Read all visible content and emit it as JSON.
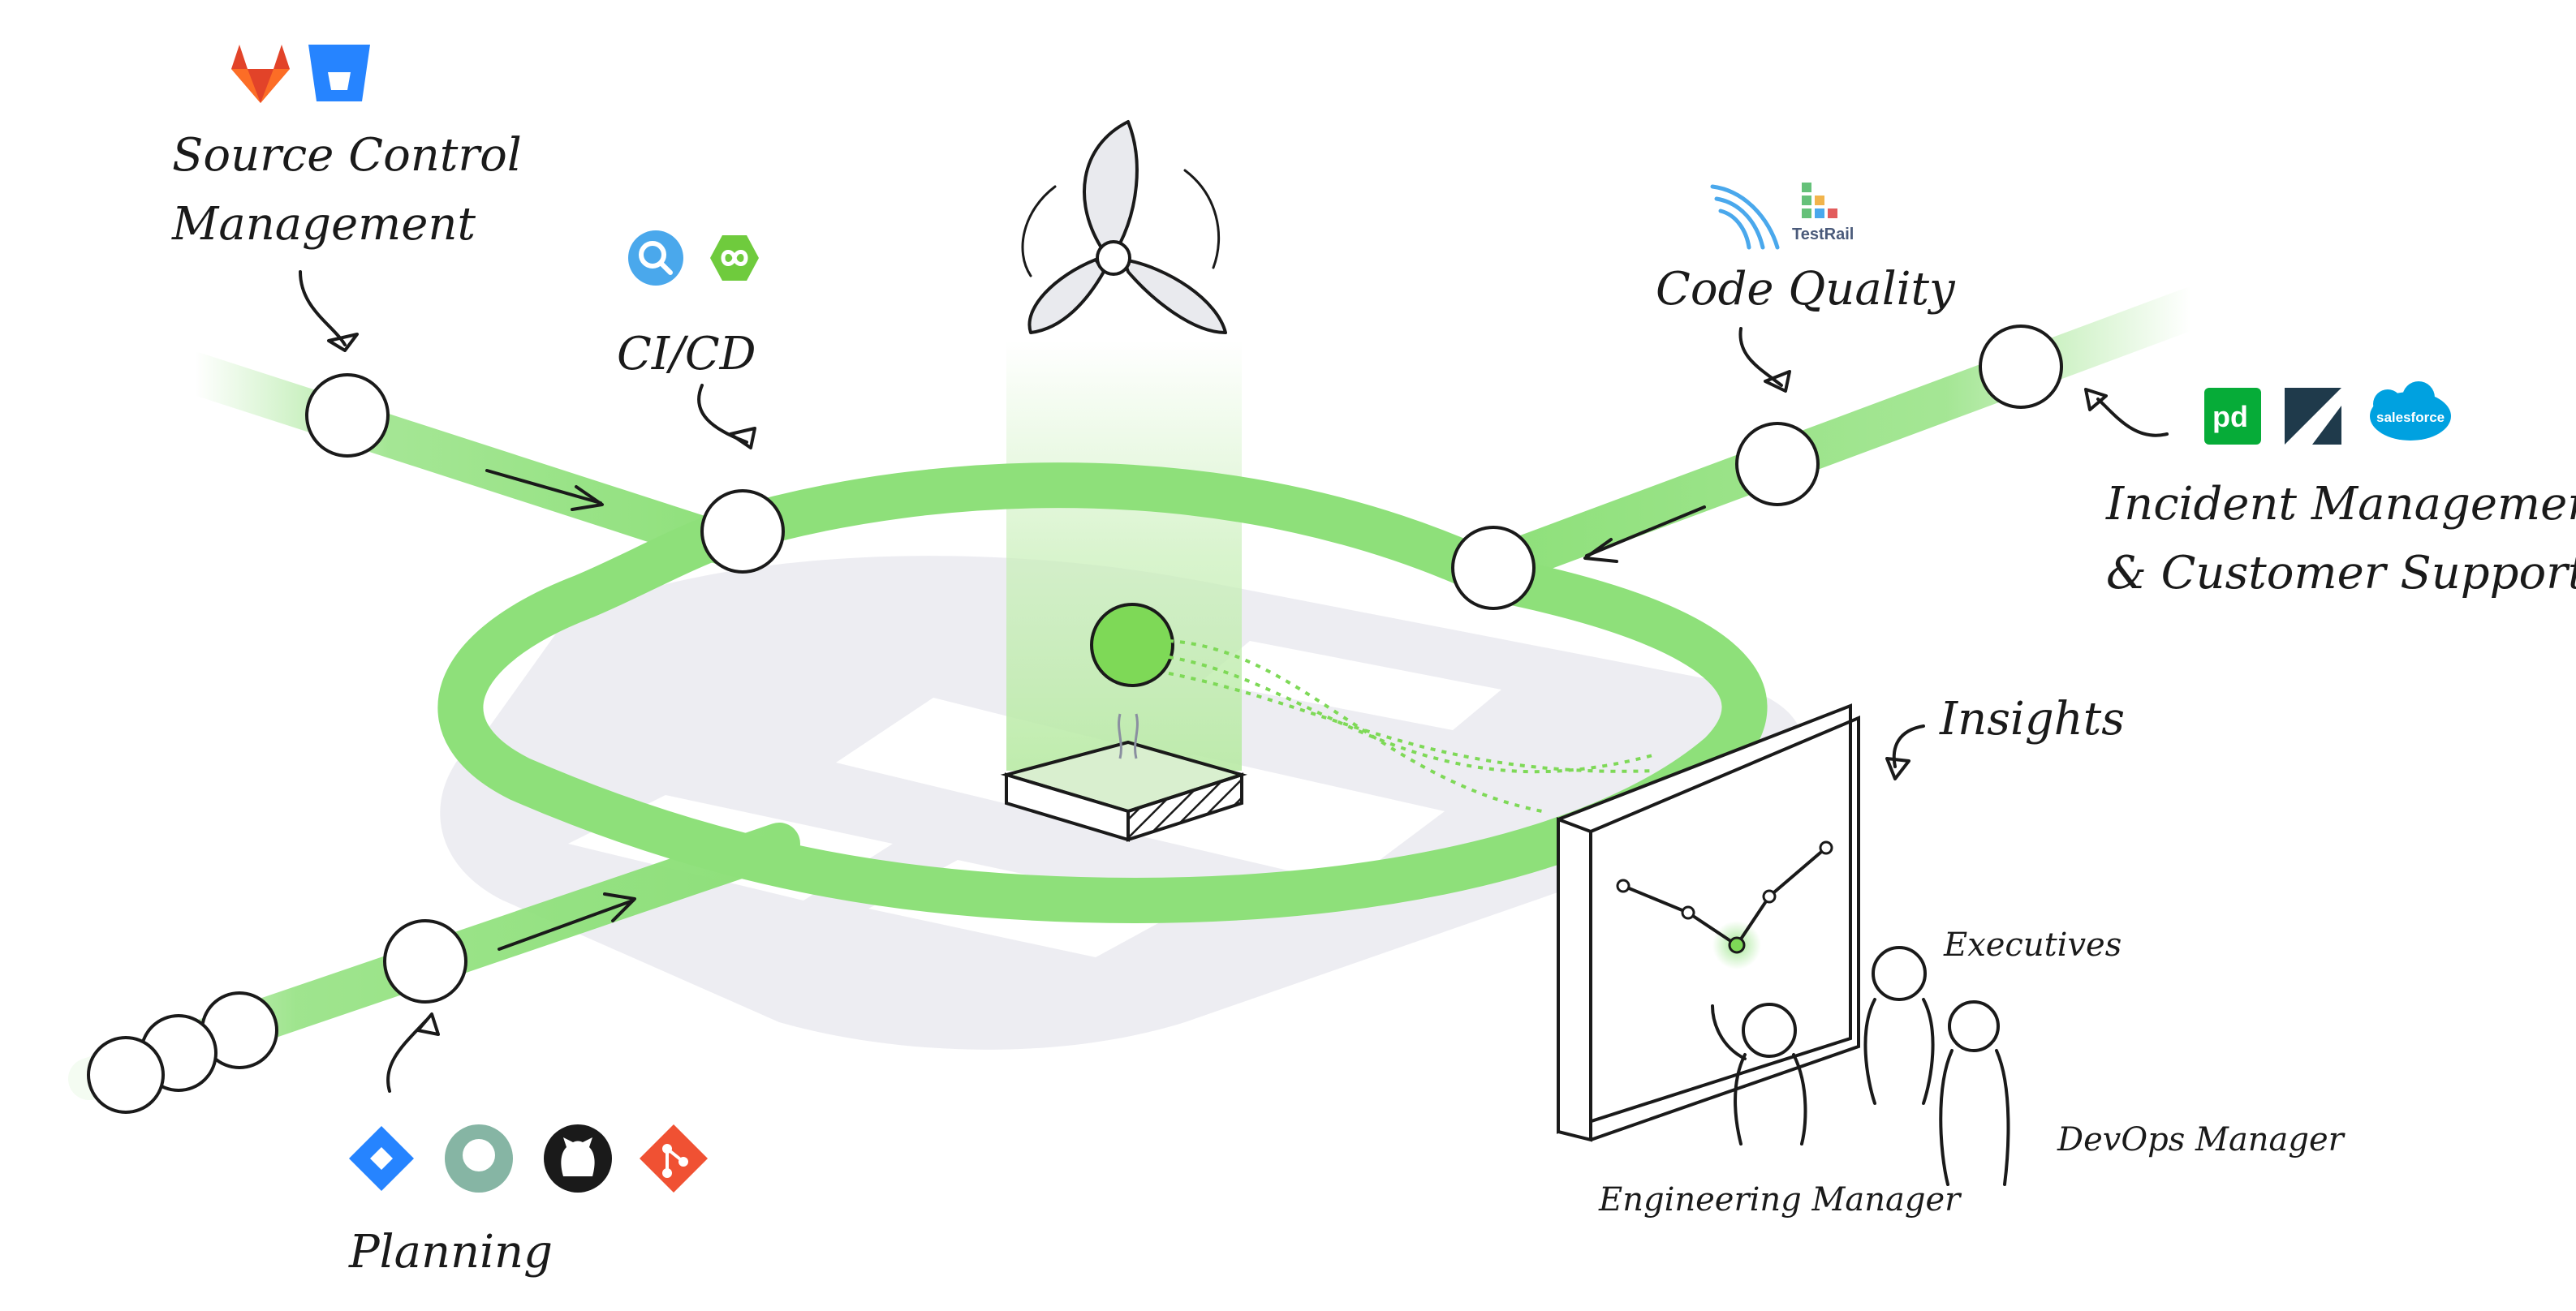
{
  "labels": {
    "source_control": [
      "Source Control",
      "Management"
    ],
    "cicd": "CI/CD",
    "code_quality": "Code Quality",
    "incident": [
      "Incident Management",
      "& Customer Support"
    ],
    "planning": "Planning",
    "insights": "Insights",
    "executives": "Executives",
    "devops_manager": "DevOps Manager",
    "engineering_manager": "Engineering Manager"
  },
  "icons": {
    "source_control": [
      "gitlab-icon",
      "bitbucket-icon"
    ],
    "cicd": [
      "circleci-icon",
      "semaphore-icon"
    ],
    "code_quality": [
      "sonar-icon",
      "testrail-icon"
    ],
    "incident": [
      "pagerduty-icon",
      "zendesk-icon",
      "salesforce-icon"
    ],
    "planning": [
      "jira-icon",
      "clubhouse-icon",
      "github-icon",
      "git-icon"
    ]
  },
  "icon_text": {
    "pagerduty": "pd",
    "testrail": "TestRail",
    "salesforce": "salesforce"
  },
  "colors": {
    "accent_green": "#8ee07a",
    "node_green": "#7ed957",
    "platform_gray": "#ededf2",
    "gitlab": "#e24329",
    "bitbucket": "#2684ff",
    "jira": "#2684ff",
    "git": "#f05133",
    "pagerduty": "#06ac38",
    "salesforce": "#00a1e0",
    "github": "#1a1a1a"
  }
}
